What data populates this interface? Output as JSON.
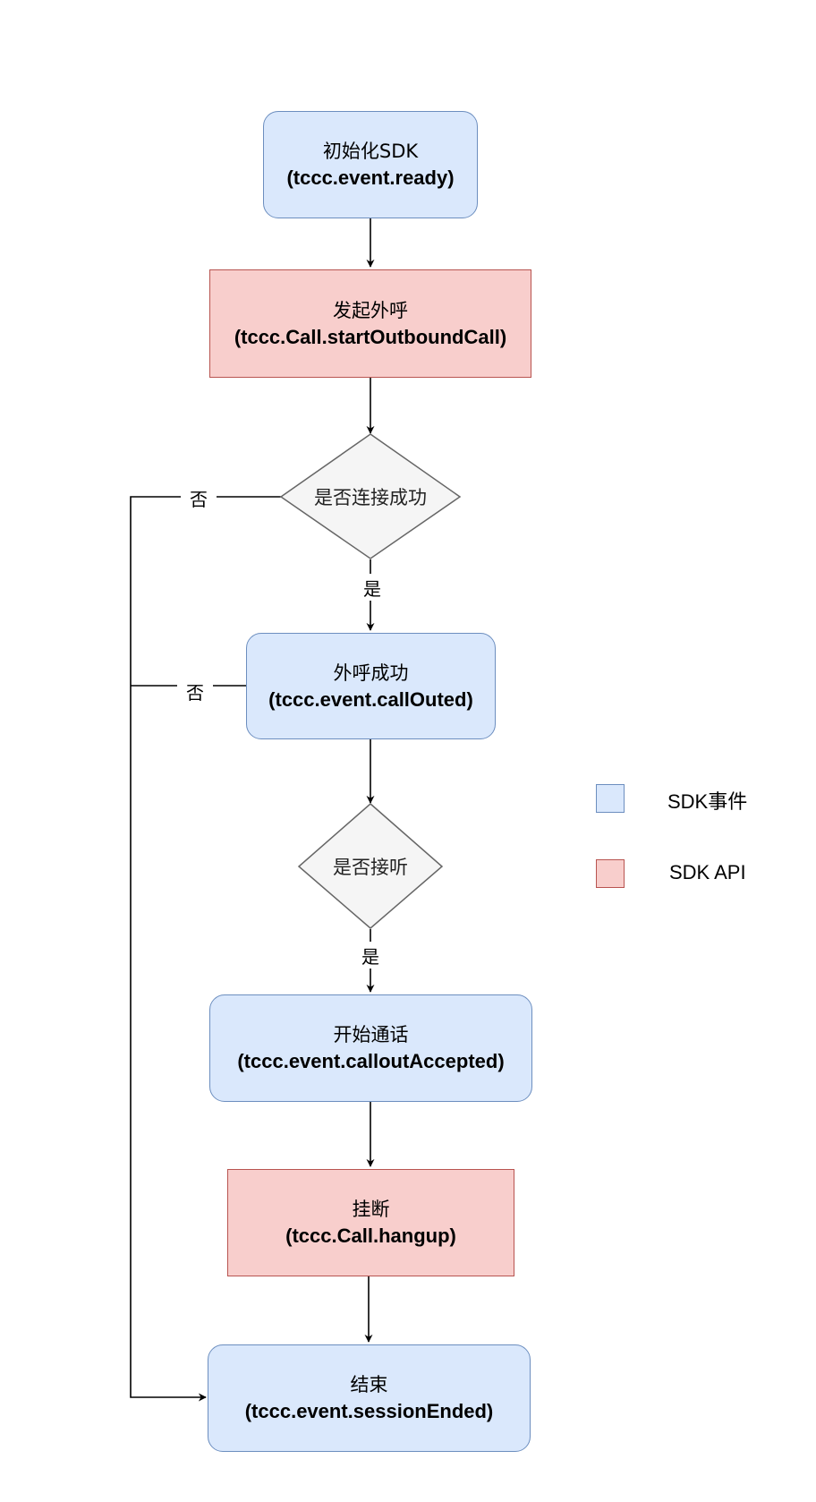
{
  "nodes": {
    "init_sdk": {
      "title": "初始化SDK",
      "code": "(tccc.event.ready)"
    },
    "start_call": {
      "title": "发起外呼",
      "code": "(tccc.Call.startOutboundCall)"
    },
    "connect_check": {
      "label": "是否连接成功"
    },
    "call_outed": {
      "title": "外呼成功",
      "code": "(tccc.event.callOuted)"
    },
    "answer_check": {
      "label": "是否接听"
    },
    "call_accepted": {
      "title": "开始通话",
      "code": "(tccc.event.calloutAccepted)"
    },
    "hangup": {
      "title": "挂断",
      "code": "(tccc.Call.hangup)"
    },
    "session_ended": {
      "title": "结束",
      "code": "(tccc.event.sessionEnded)"
    }
  },
  "edge_labels": {
    "yes_1": "是",
    "yes_2": "是",
    "no_1": "否",
    "no_2": "否"
  },
  "legend": {
    "event": "SDK事件",
    "api": "SDK API"
  },
  "colors": {
    "event_fill": "#dae8fc",
    "event_stroke": "#6c8ebf",
    "api_fill": "#f8cecc",
    "api_stroke": "#b85450",
    "decision_fill": "#f5f5f5",
    "decision_stroke": "#666666"
  }
}
